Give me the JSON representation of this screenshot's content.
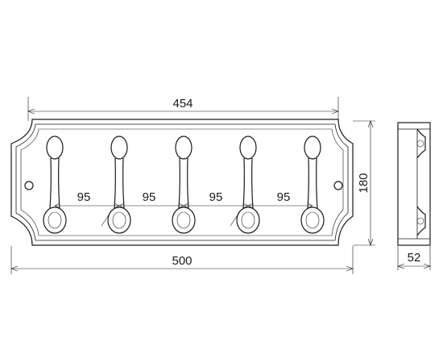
{
  "dimensions": {
    "inner_width": "454",
    "overall_width": "500",
    "height": "180",
    "depth": "52",
    "hook_spacing": [
      "95",
      "95",
      "95",
      "95"
    ]
  },
  "hooks": {
    "count": 5
  },
  "colors": {
    "line": "#1a1a1a",
    "background": "#ffffff"
  }
}
